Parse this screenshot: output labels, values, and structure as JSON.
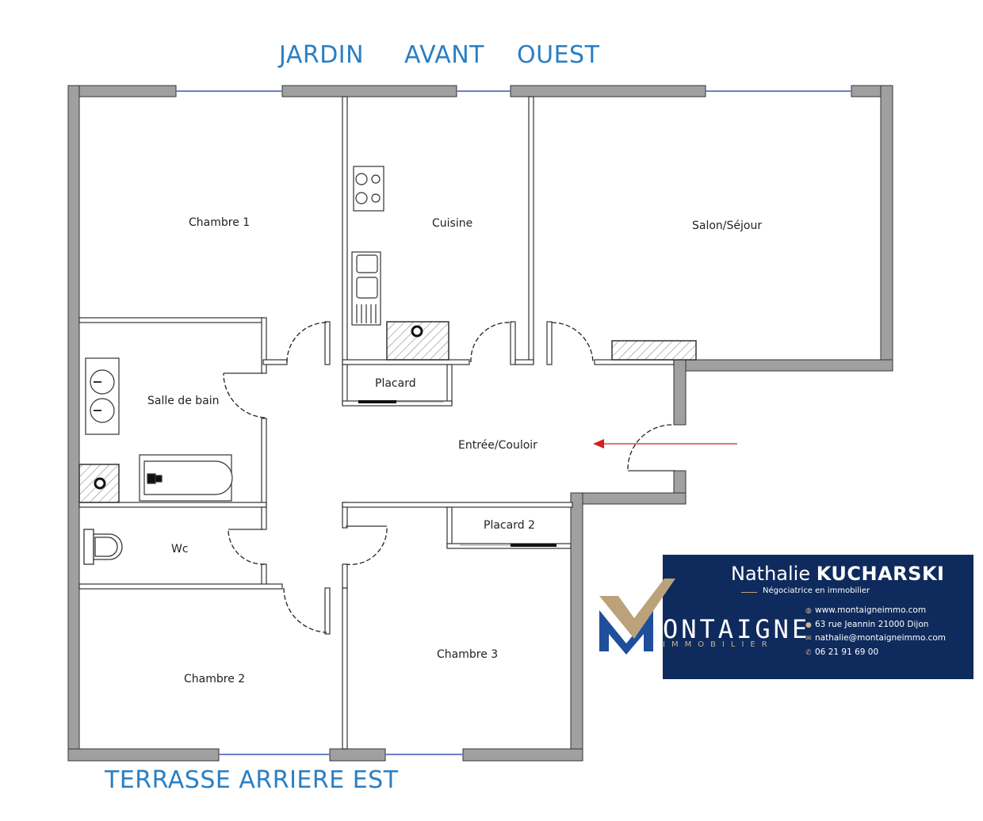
{
  "captions": {
    "jardin": "JARDIN",
    "avant": "AVANT",
    "ouest": "OUEST",
    "terrasse": "TERRASSE ARRIERE EST"
  },
  "rooms": {
    "chambre1": "Chambre 1",
    "cuisine": "Cuisine",
    "salon": "Salon/Séjour",
    "salle_de_bain": "Salle de bain",
    "placard": "Placard",
    "entree": "Entrée/Couloir",
    "wc": "Wc",
    "placard2": "Placard 2",
    "chambre2": "Chambre 2",
    "chambre3": "Chambre 3"
  },
  "agent": {
    "first_name": "Nathalie",
    "last_name": "KUCHARSKI",
    "role": "Négociatrice en immobilier",
    "website": "www.montaigneimmo.com",
    "address": "63 rue Jeannin 21000 Dijon",
    "email": "nathalie@montaigneimmo.com",
    "phone": "06 21 91 69 00"
  },
  "brand": {
    "name": "ONTAIGNE",
    "sub": "IMMOBILIER"
  },
  "colors": {
    "caption": "#2a7fc4",
    "card_bg": "#0f2a5c",
    "gold": "#bba27a",
    "entry_arrow": "#d42020",
    "window": "#6a7fc8"
  }
}
